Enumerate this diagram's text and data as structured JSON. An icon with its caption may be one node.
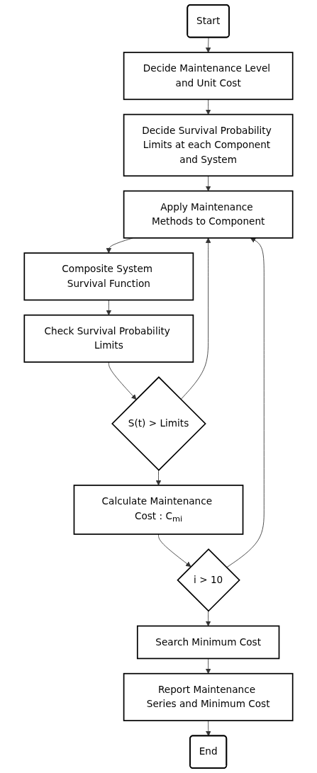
{
  "diagram": {
    "nodes": [
      {
        "text": [
          "Start"
        ]
      },
      {
        "text": [
          "Decide Maintenance Level and Unit Cost"
        ]
      },
      {
        "text": [
          "Decide Survival Probability Limits at each Component and System"
        ]
      },
      {
        "text": [
          "Apply Maintenance Methods to Component"
        ]
      },
      {
        "text": [
          "Composite System Survival Function"
        ]
      },
      {
        "text": [
          "Check Survival Probability Limits"
        ]
      },
      {
        "text": [
          "S(t) > Limits"
        ]
      },
      {
        "text": [
          "Calculate Maintenance Cost : C$_{mi}$"
        ]
      },
      {
        "text": [
          "i > 10"
        ]
      },
      {
        "text": [
          "Search Minimum Cost"
        ]
      },
      {
        "text": [
          "Report Maintenance Series and Minimum Cost"
        ]
      },
      {
        "text": [
          "End"
        ]
      }
    ],
    "edges": [
      {
        "from": 0,
        "to": 1,
        "arrow": "to"
      },
      {
        "from": 1,
        "to": 2,
        "arrow": "to"
      },
      {
        "from": 2,
        "to": 3,
        "arrow": "to"
      },
      {
        "from": 3,
        "to": 4,
        "arrow": "to"
      },
      {
        "from": 4,
        "to": 5,
        "arrow": "to"
      },
      {
        "from": 5,
        "to": 6,
        "arrow": "to"
      },
      {
        "from": 6,
        "to": 3,
        "arrow": "to"
      },
      {
        "from": 6,
        "to": 7,
        "arrow": "to"
      },
      {
        "from": 7,
        "to": 8,
        "arrow": "to"
      },
      {
        "from": 8,
        "to": 3,
        "arrow": "to"
      },
      {
        "from": 8,
        "to": 9,
        "arrow": "to"
      },
      {
        "from": 9,
        "to": 10,
        "arrow": "to"
      },
      {
        "from": 10,
        "to": 11,
        "arrow": "to"
      }
    ]
  }
}
